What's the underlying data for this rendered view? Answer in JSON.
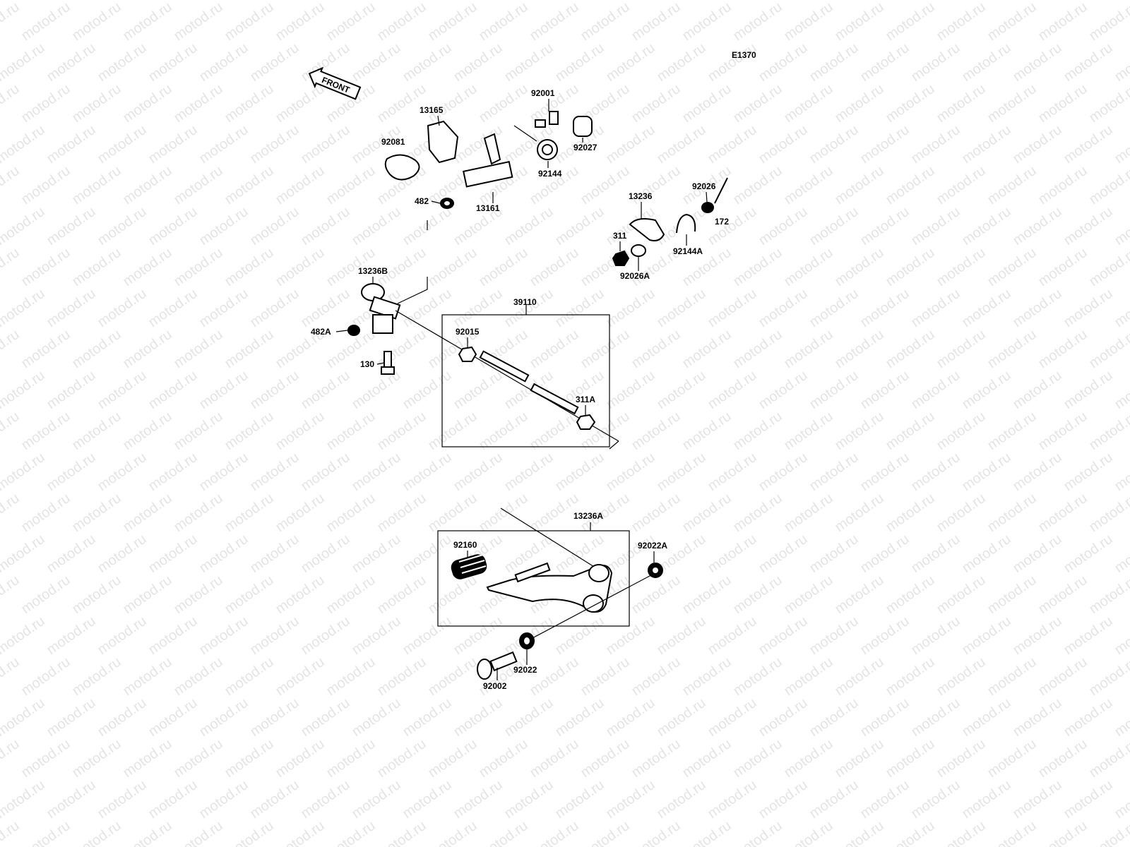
{
  "diagram_code": "E1370",
  "front_arrow": "FRONT",
  "watermark": "motod.ru",
  "parts": {
    "p92001": "92001",
    "p13165": "13165",
    "p92081": "92081",
    "p92027": "92027",
    "p92144": "92144",
    "p482": "482",
    "p13161": "13161",
    "p13236": "13236",
    "p92026": "92026",
    "p172": "172",
    "p311": "311",
    "p92144A": "92144A",
    "p92026A": "92026A",
    "p13236B": "13236B",
    "p39110": "39110",
    "p482A": "482A",
    "p92015": "92015",
    "p130": "130",
    "p311A": "311A",
    "p13236A": "13236A",
    "p92160": "92160",
    "p92022A": "92022A",
    "p92022": "92022",
    "p92002": "92002"
  }
}
